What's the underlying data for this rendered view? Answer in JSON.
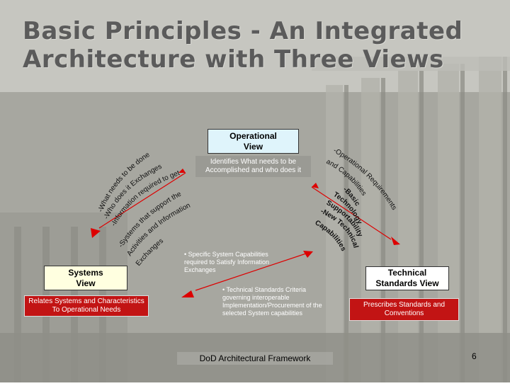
{
  "title": {
    "line1": "Basic Principles - An Integrated",
    "line2": "Architecture with Three Views"
  },
  "operational_view": {
    "heading": "Operational View",
    "heading_line1": "Operational",
    "heading_line2": "View",
    "description": "Identifies What needs to be Accomplished and who does it"
  },
  "systems_view": {
    "heading": "Systems View",
    "heading_line1": "Systems",
    "heading_line2": "View",
    "description": "Relates Systems and Characteristics To Operational Needs"
  },
  "technical_view": {
    "heading": "Technical Standards View",
    "heading_line1": "Technical",
    "heading_line2": "Standards View",
    "description": "Prescribes Standards and Conventions"
  },
  "arc_left_outer": {
    "line1": "-What needs to be done",
    "line2": "-Who does it  Exchanges",
    "line3": "-Information  required to get it done"
  },
  "arc_left_inner": {
    "line1": "-Systems that support the",
    "line2": "Activities and Information",
    "line3": "Exchanges"
  },
  "arc_right_outer": {
    "line1": "-Operational Requirements",
    "line2": "and Capabilities"
  },
  "arc_right_inner": {
    "line1": "-Basic",
    "line2": "Technology",
    "line3": "Supportability",
    "line4": "-New Technical",
    "line5": "Capabilities"
  },
  "specific_capabilities": "• Specific System Capabilities required to Satisfy Information Exchanges",
  "technical_criteria": "• Technical Standards Criteria governing interoperable Implementation/Procurement of the selected System capabilities",
  "footer": "DoD Architectural Framework",
  "page_number": "6"
}
